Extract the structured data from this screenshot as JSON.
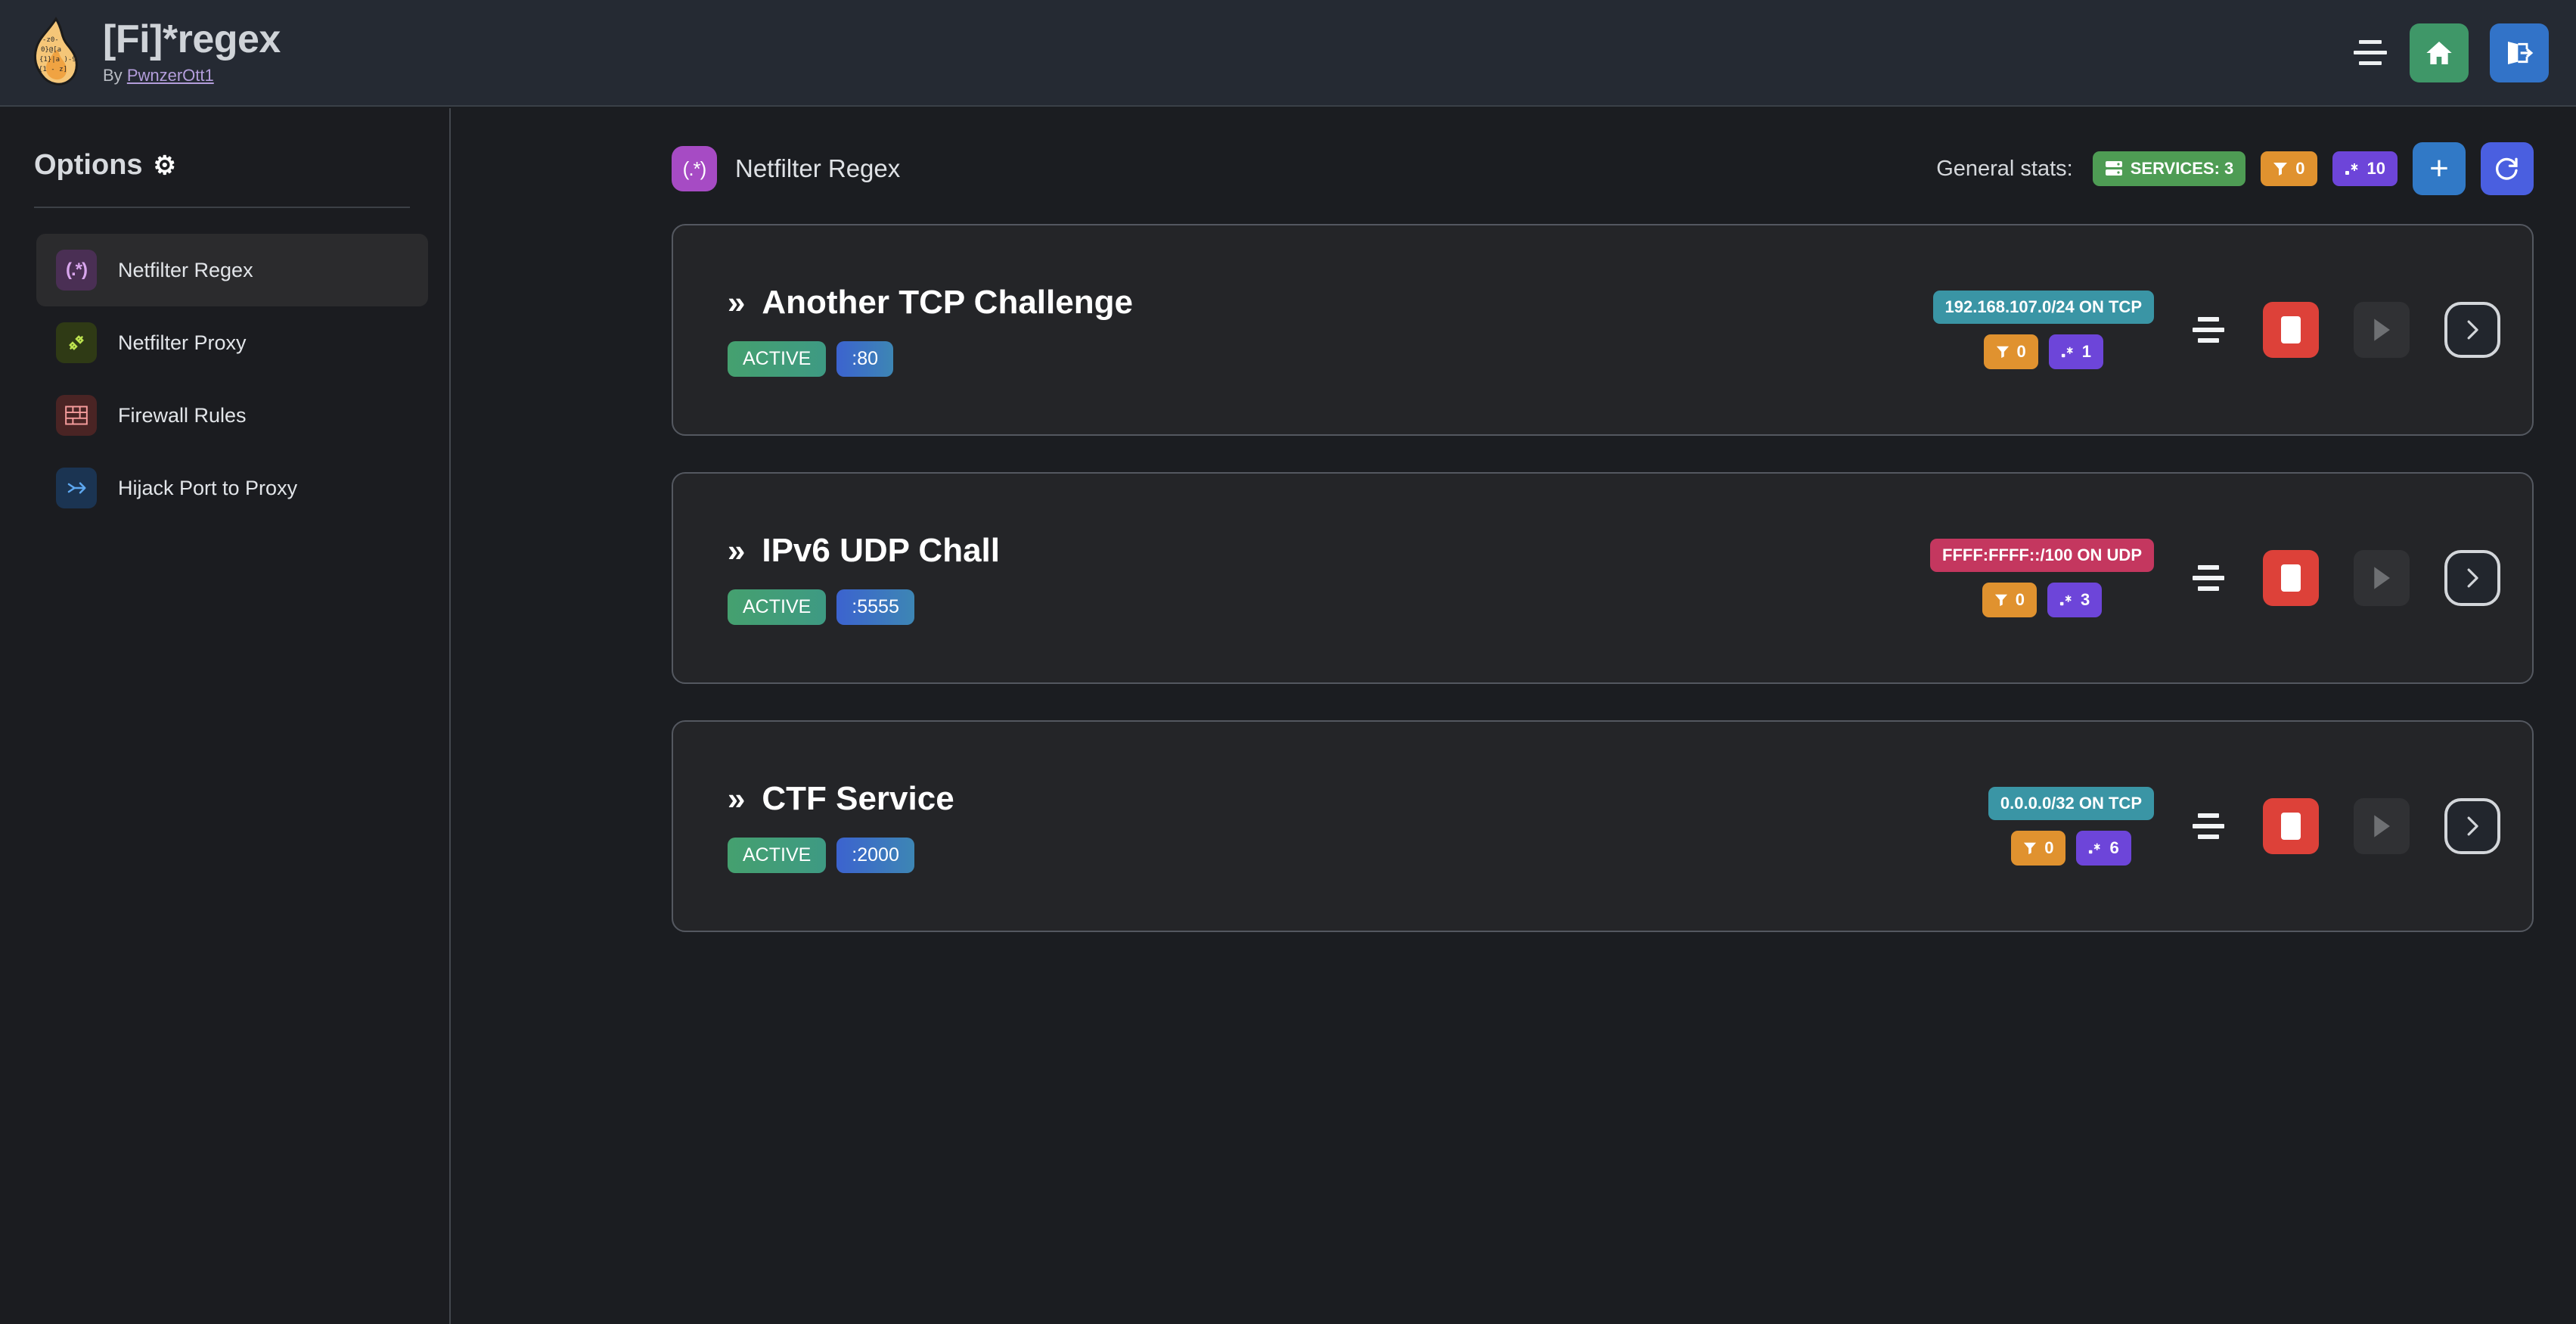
{
  "header": {
    "app_title": "[Fi]*regex",
    "by_prefix": "By",
    "author": "PwnzerOtt1",
    "logo_icon": "flame-regex-logo",
    "actions": [
      {
        "name": "align-menu-icon",
        "label": ""
      },
      {
        "name": "home-button",
        "label": "",
        "color": "#3f9768"
      },
      {
        "name": "logout-button",
        "label": "",
        "color": "#3273c8"
      }
    ]
  },
  "sidebar": {
    "title": "Options",
    "gear_icon": "⚙",
    "items": [
      {
        "label": "Netfilter Regex",
        "icon": "regex-icon",
        "glyph": "(.*)",
        "active": true
      },
      {
        "label": "Netfilter Proxy",
        "icon": "plug-icon",
        "glyph": "",
        "active": false
      },
      {
        "label": "Firewall Rules",
        "icon": "brick-wall-icon",
        "glyph": "",
        "active": false
      },
      {
        "label": "Hijack Port to Proxy",
        "icon": "route-split-icon",
        "glyph": "",
        "active": false
      }
    ]
  },
  "content": {
    "page_icon_glyph": "(.*)",
    "page_title": "Netfilter Regex",
    "stats_label": "General stats:",
    "stats": [
      {
        "name": "services-badge",
        "icon": "server-icon",
        "text": "SERVICES: 3",
        "color": "#4e9c54"
      },
      {
        "name": "filters-badge",
        "icon": "filter-icon",
        "text": "0",
        "color": "#e0922f"
      },
      {
        "name": "regex-badge",
        "icon": "regex-dot-star-icon",
        "text": "10",
        "color": "#6d45d9"
      }
    ],
    "add_button_label": "+",
    "refresh_button_label": "⟳"
  },
  "services": [
    {
      "name": "Another TCP Challenge",
      "status": "ACTIVE",
      "port": ":80",
      "network": "192.168.107.0/24 ON TCP",
      "network_color": "#3a95a5",
      "filters": "0",
      "regexes": "1"
    },
    {
      "name": "IPv6 UDP Chall",
      "status": "ACTIVE",
      "port": ":5555",
      "network": "FFFF:FFFF::/100 ON UDP",
      "network_color": "#c4375f",
      "filters": "0",
      "regexes": "3"
    },
    {
      "name": "CTF Service",
      "status": "ACTIVE",
      "port": ":2000",
      "network": "0.0.0.0/32 ON TCP",
      "network_color": "#3a95a5",
      "filters": "0",
      "regexes": "6"
    }
  ],
  "card_controls": {
    "list_icon": "align-center-icon",
    "stop_label": "",
    "play_label": "",
    "details_label": "›"
  }
}
